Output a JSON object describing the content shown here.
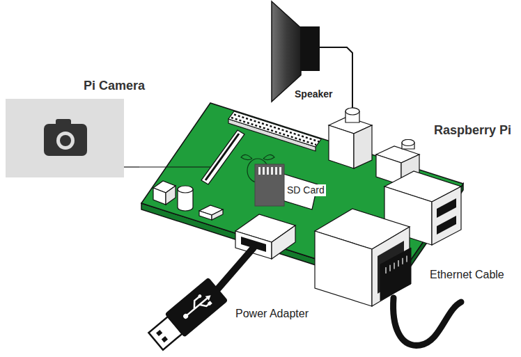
{
  "diagram": {
    "nodes": [
      {
        "text": [
          "Speaker"
        ]
      },
      {
        "text": [
          "Pi Camera"
        ]
      },
      {
        "text": [
          "Raspberry Pi"
        ]
      }
    ],
    "edges": [
      {
        "from": 0,
        "to": 2,
        "arrow": "none"
      },
      {
        "from": 1,
        "to": 2,
        "arrow": "none"
      }
    ],
    "labels": [
      "SD Card",
      "Ethernet Cable",
      "Power Adapter"
    ]
  }
}
